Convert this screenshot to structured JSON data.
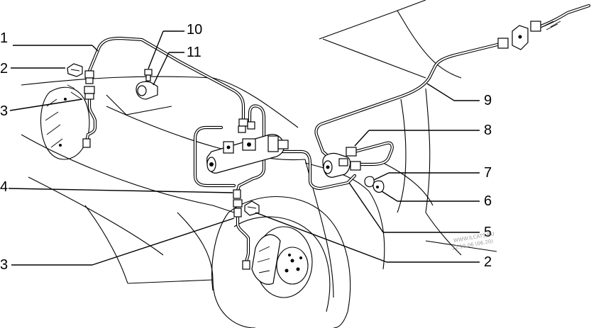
{
  "diagram": {
    "callouts": {
      "c1": "1",
      "c2_top": "2",
      "c3_top": "3",
      "c4": "4",
      "c3_bottom": "3",
      "c10": "10",
      "c11": "11",
      "c9": "9",
      "c8": "8",
      "c7": "7",
      "c6": "6",
      "c5": "5",
      "c2_bottom": "2"
    },
    "watermark": {
      "line1": "WWW.ILCATS.RU",
      "line2": "22.10.06 (06.20)"
    }
  }
}
